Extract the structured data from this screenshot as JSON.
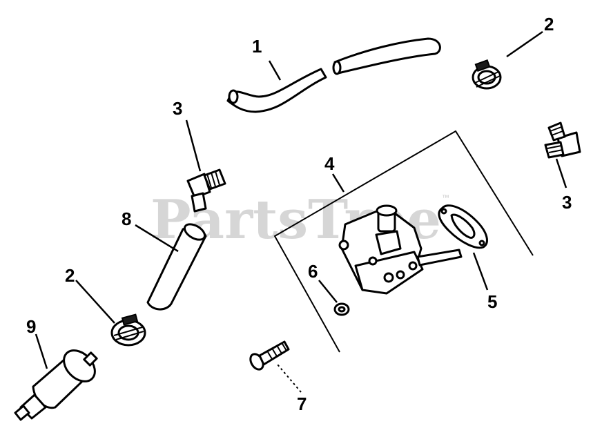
{
  "watermark": {
    "text": "PartsTree",
    "tm": "™"
  },
  "callouts": [
    {
      "id": "1",
      "label": "1"
    },
    {
      "id": "2a",
      "label": "2"
    },
    {
      "id": "2b",
      "label": "2"
    },
    {
      "id": "3a",
      "label": "3"
    },
    {
      "id": "3b",
      "label": "3"
    },
    {
      "id": "4",
      "label": "4"
    },
    {
      "id": "5",
      "label": "5"
    },
    {
      "id": "6",
      "label": "6"
    },
    {
      "id": "7",
      "label": "7"
    },
    {
      "id": "8",
      "label": "8"
    },
    {
      "id": "9",
      "label": "9"
    }
  ]
}
